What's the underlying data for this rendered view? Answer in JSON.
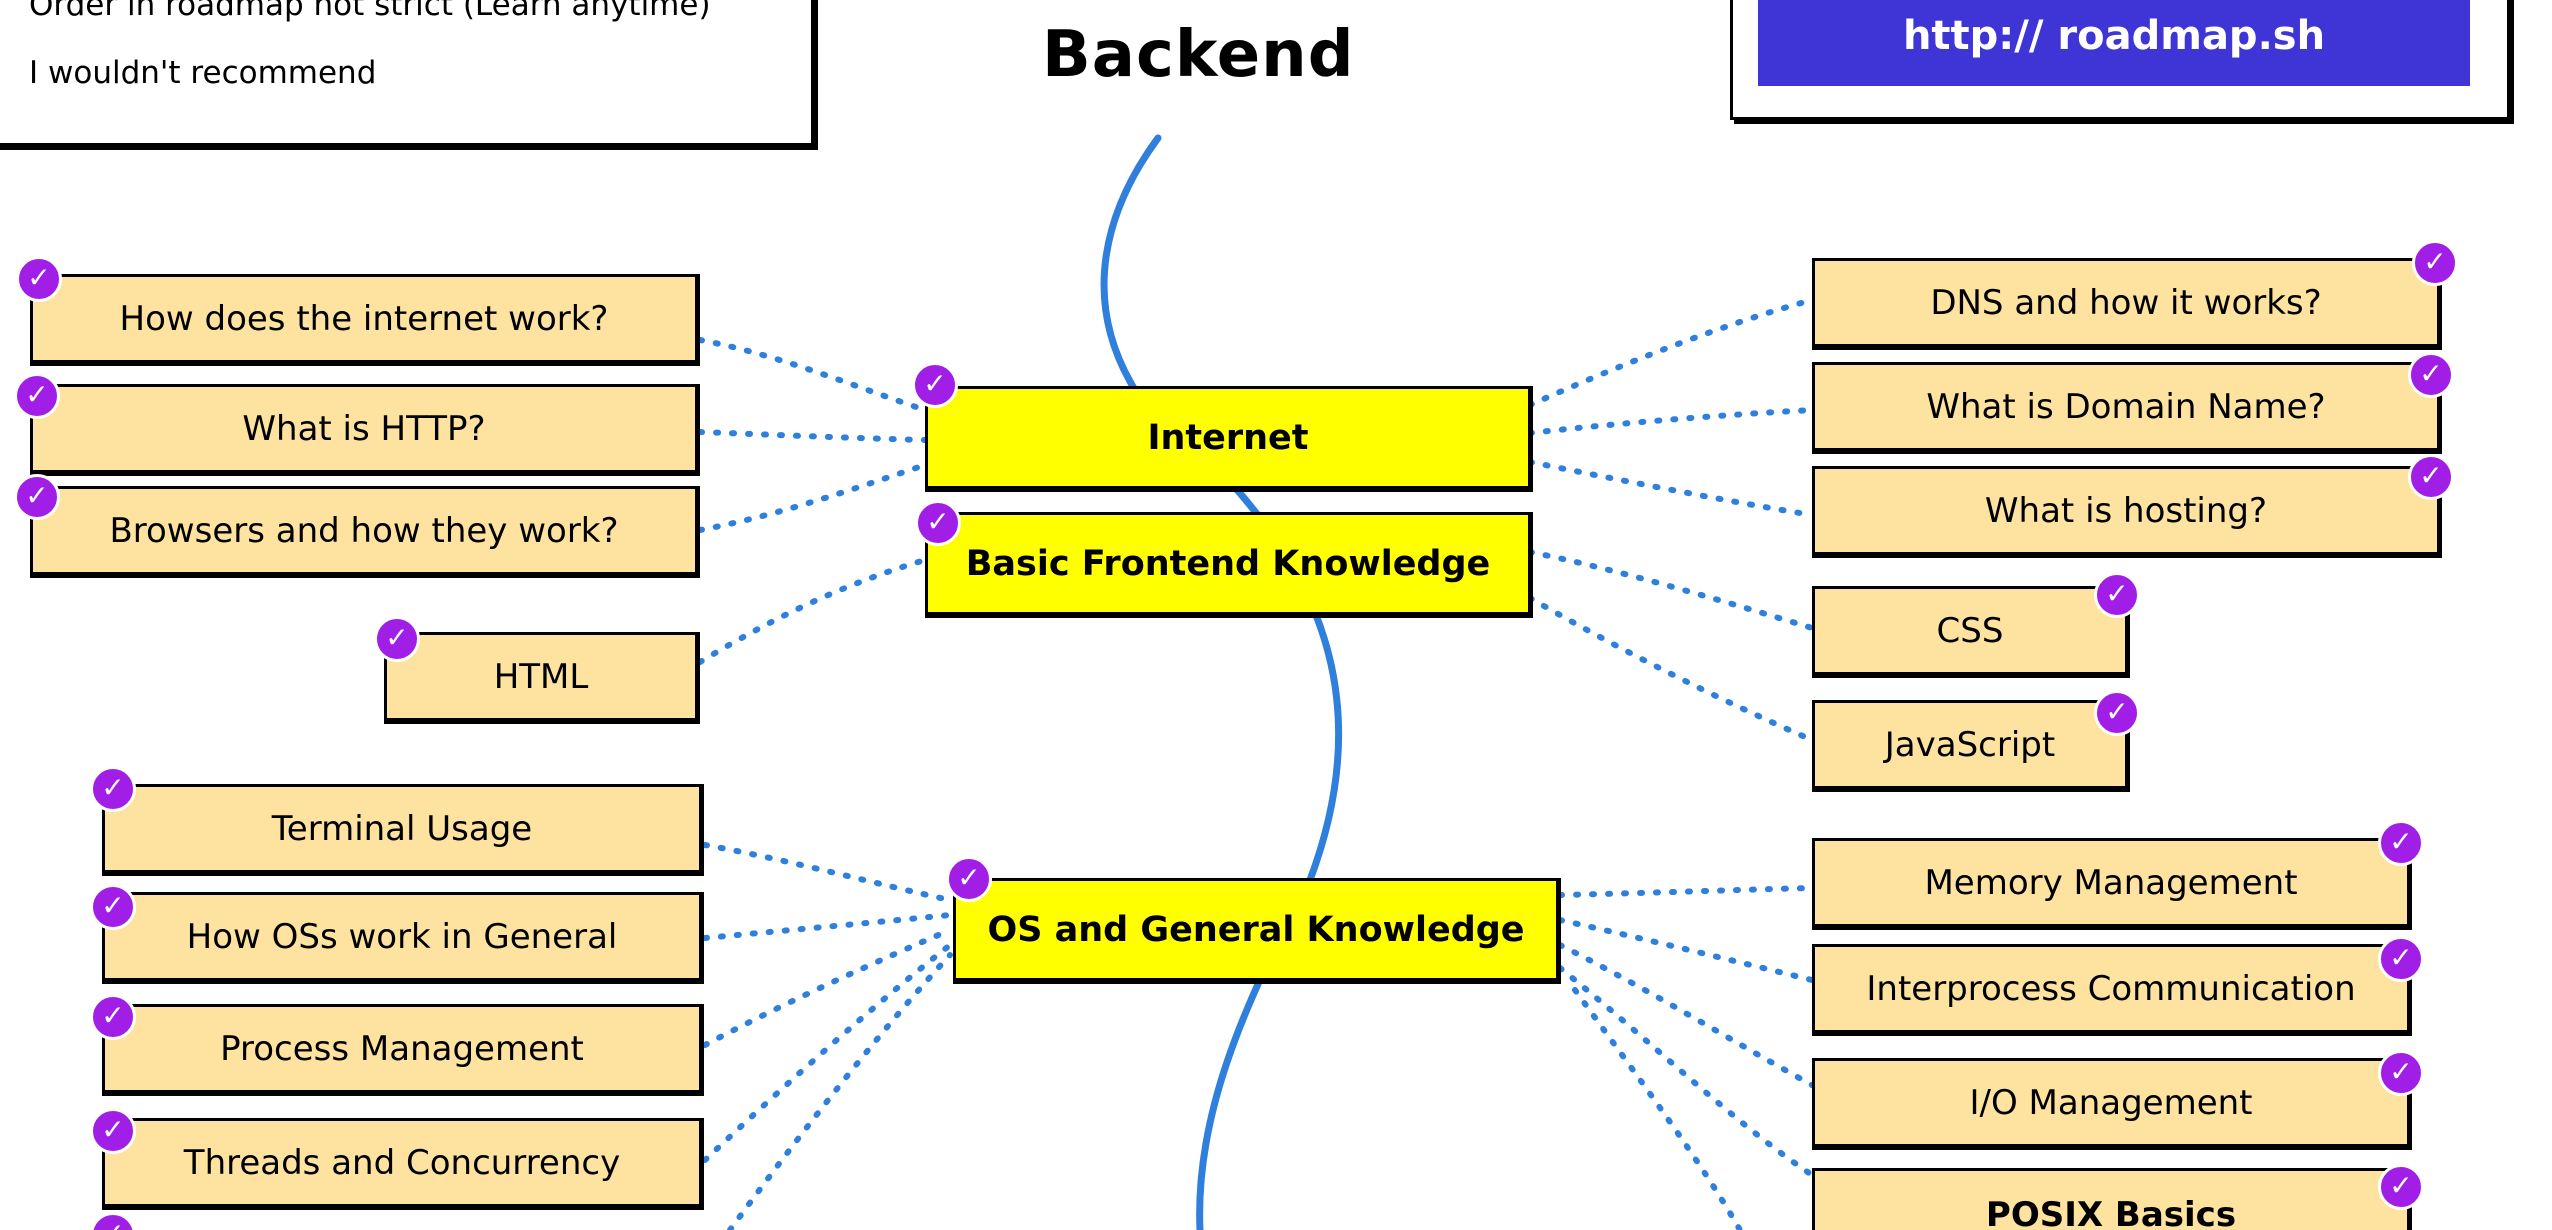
{
  "colors": {
    "sub_node": "#fde39f",
    "main_node": "#ffff00",
    "check_badge": "#a01ee6",
    "link_bar": "#3f35d6",
    "spine": "#2f7fdc",
    "dotted_connector": "#2f7fdc"
  },
  "legend": {
    "lines": [
      "Order in roadmap not strict (Learn anytime)",
      "I wouldn't recommend"
    ]
  },
  "title": "Backend",
  "link": {
    "text": "http:// roadmap.sh"
  },
  "checkmark_icon": "check-circle-icon",
  "nodes": {
    "internet": {
      "label": "Internet",
      "done": true
    },
    "basic_frontend": {
      "label": "Basic Frontend Knowledge",
      "done": true
    },
    "os_general": {
      "label": "OS and General Knowledge",
      "done": true
    },
    "how_internet_works": {
      "label": "How does the internet work?",
      "done": true
    },
    "what_is_http": {
      "label": "What is HTTP?",
      "done": true
    },
    "browsers": {
      "label": "Browsers and how they work?",
      "done": true
    },
    "html": {
      "label": "HTML",
      "done": true
    },
    "dns": {
      "label": "DNS and how it works?",
      "done": true
    },
    "domain_name": {
      "label": "What is Domain Name?",
      "done": true
    },
    "hosting": {
      "label": "What is hosting?",
      "done": true
    },
    "css": {
      "label": "CSS",
      "done": true
    },
    "javascript": {
      "label": "JavaScript",
      "done": true
    },
    "terminal_usage": {
      "label": "Terminal Usage",
      "done": true
    },
    "how_os_work": {
      "label": "How OSs work in General",
      "done": true
    },
    "process_management": {
      "label": "Process Management",
      "done": true
    },
    "threads_concurrency": {
      "label": "Threads and Concurrency",
      "done": true
    },
    "memory_management": {
      "label": "Memory Management",
      "done": true
    },
    "ipc": {
      "label": "Interprocess Communication",
      "done": true
    },
    "io_management": {
      "label": "I/O Management",
      "done": true
    },
    "posix_basics": {
      "label": "POSIX Basics",
      "done": true
    }
  }
}
